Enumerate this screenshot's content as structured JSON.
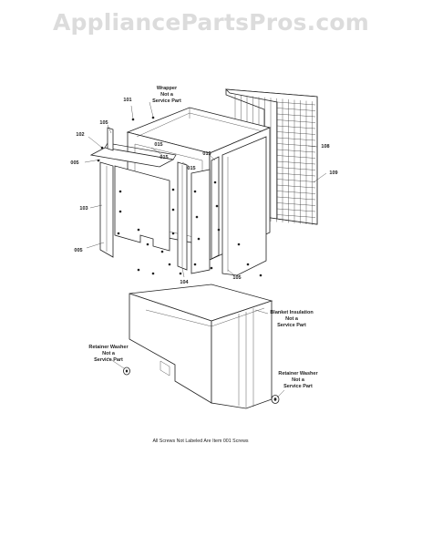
{
  "watermark": {
    "text": "AppliancePartsPros.com"
  },
  "labels": {
    "wrapper_l1": "Wrapper",
    "wrapper_l2": "Not a",
    "wrapper_l3": "Service Part",
    "p101": "101",
    "p105a": "105",
    "p102": "102",
    "p005": "005",
    "p015a": "015",
    "p015b": "015",
    "p015c": "015",
    "p015d": "015",
    "p108": "108",
    "p109": "109",
    "p103": "103",
    "p005b": "005",
    "p104": "104",
    "p105b": "105",
    "blanket_l1": "Blanket Insulation",
    "blanket_l2": "Not a",
    "blanket_l3": "Service Part",
    "retainer_left_l1": "Retainer Washer",
    "retainer_left_l2": "Not a",
    "retainer_left_l3": "Service Part",
    "retainer_right_l1": "Retainer Washer",
    "retainer_right_l2": "Not a",
    "retainer_right_l3": "Service Part",
    "caption": "All Screws Not Labeled Are Item  001 Screws"
  },
  "colors": {
    "ink": "#222222",
    "watermark": "#dcdcdc",
    "background": "#ffffff"
  }
}
